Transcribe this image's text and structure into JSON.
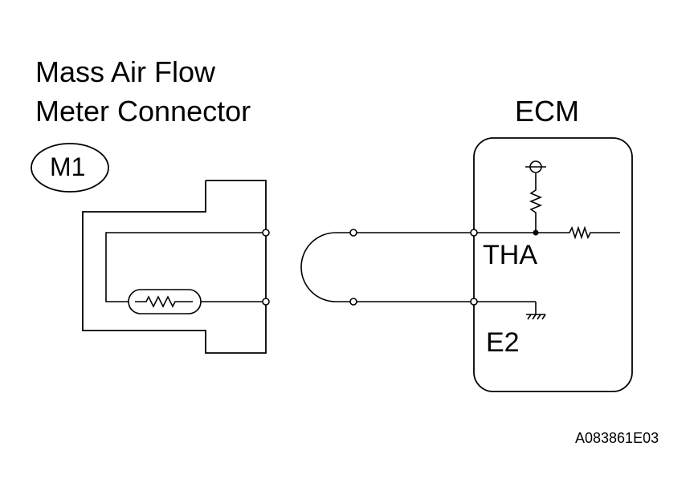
{
  "connector": {
    "title_line1": "Mass Air Flow",
    "title_line2": "Meter Connector",
    "id": "M1"
  },
  "ecm": {
    "label": "ECM",
    "terminal_tha": "THA",
    "terminal_e2": "E2"
  },
  "figure_id": "A083861E03"
}
